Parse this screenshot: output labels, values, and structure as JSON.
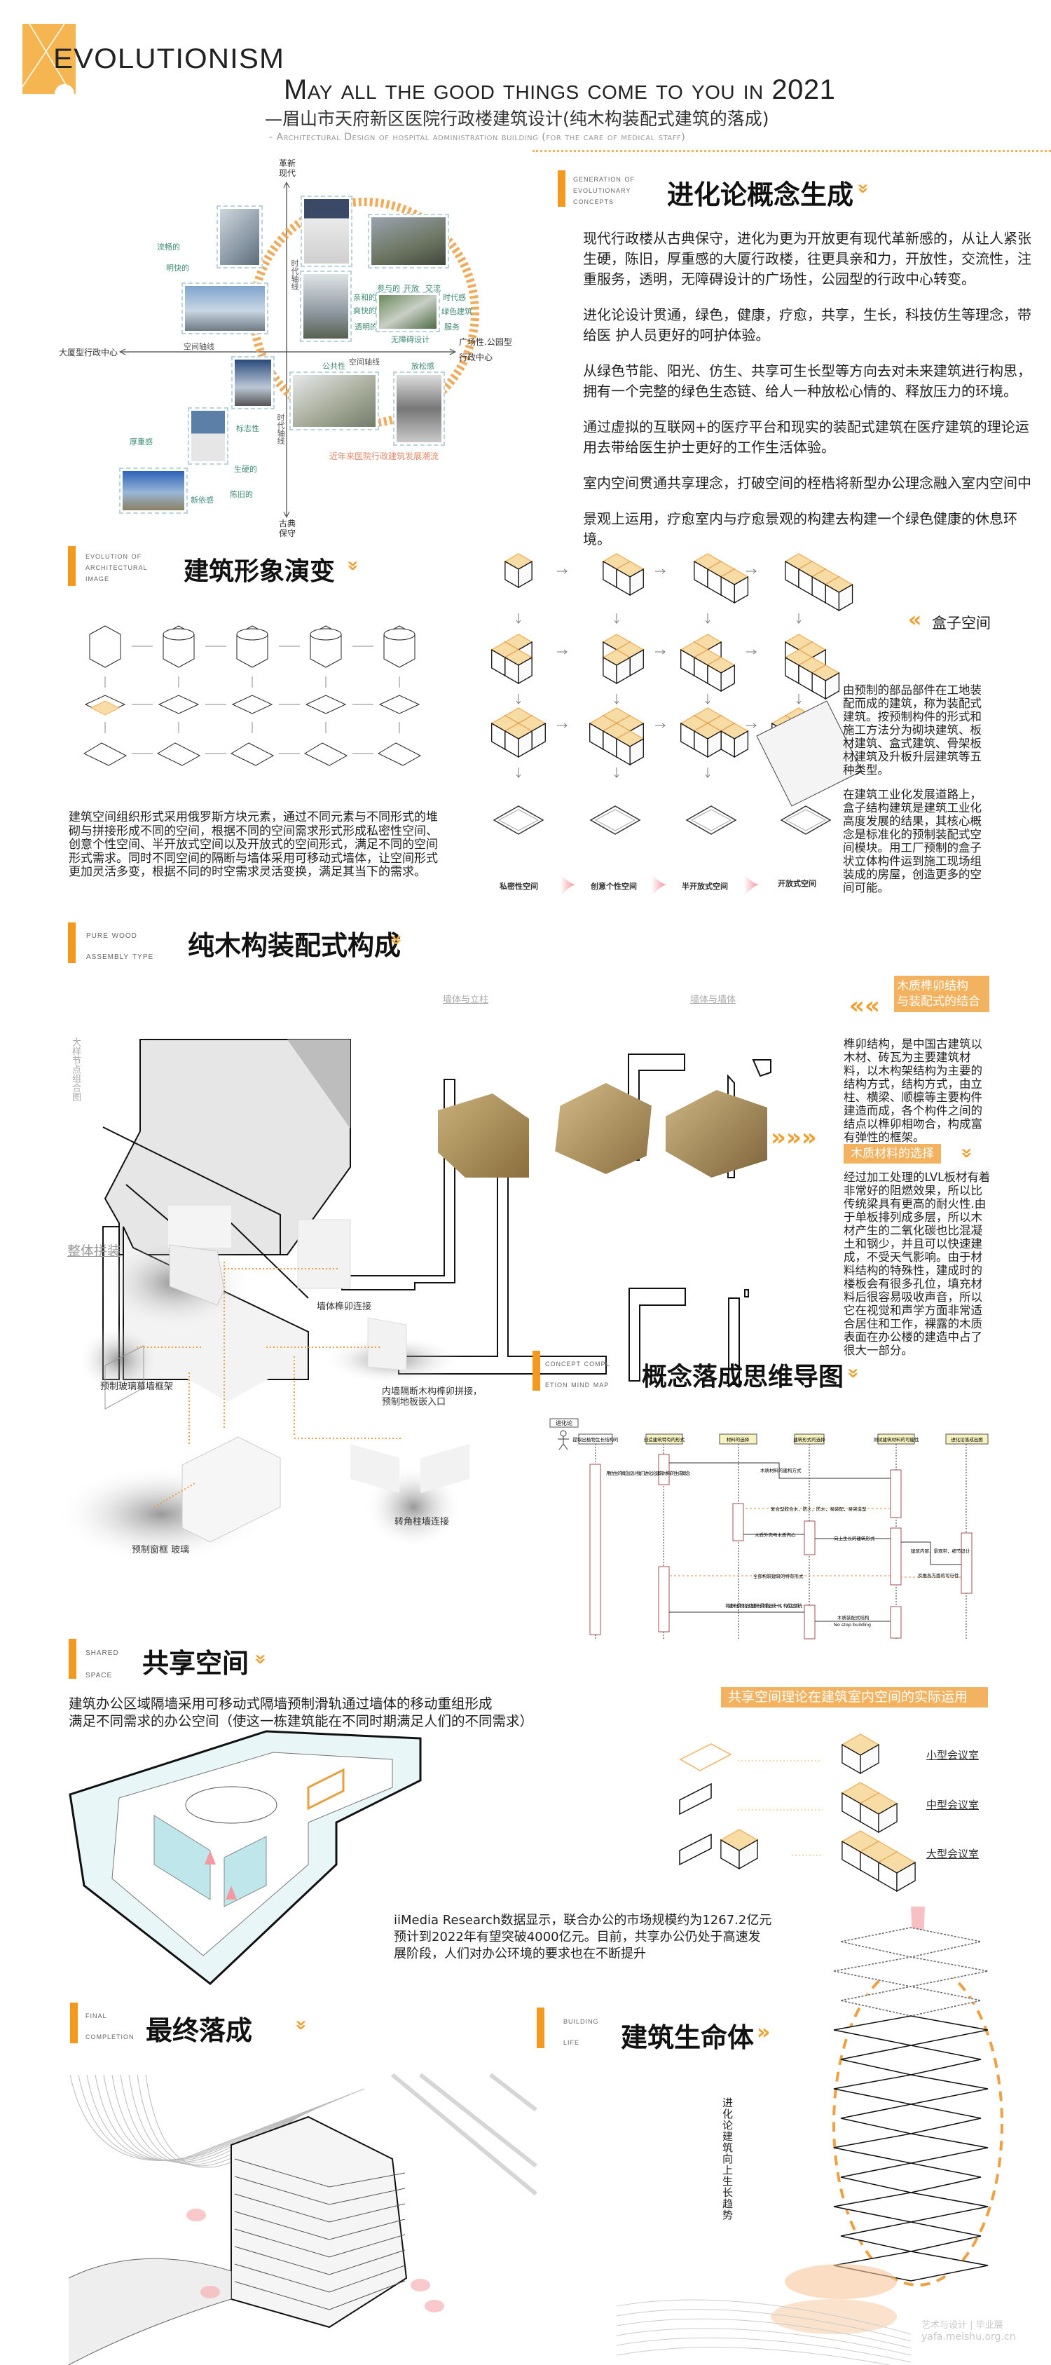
{
  "header": {
    "logo_text": "EVOLUTIONISM",
    "tagline": "May all the good things come to you in 2021",
    "subtitle_cn": "—眉山市天府新区医院行政楼建筑设计(纯木构装配式建筑的落成)",
    "subtitle_en": "- Architectural Design of hospital administration building (for the care of medical staff)"
  },
  "quadrant": {
    "axis_top": [
      "革新",
      "现代"
    ],
    "axis_bottom": [
      "古典",
      "保守"
    ],
    "axis_left": "大厦型行政中心",
    "axis_right": [
      "广场性.公园型",
      "行政中心"
    ],
    "time_axis": "时代轴线",
    "space_axis": "空间轴线",
    "keywords": [
      "流畅的",
      "明快的",
      "亲和的",
      "爽快的",
      "透明的",
      "参与的",
      "开放",
      "交流",
      "时代感",
      "绿色建筑",
      "服务",
      "无障碍设计",
      "公共性",
      "放松感",
      "标志性",
      "厚重感",
      "生硬的",
      "陈旧的",
      "新依感"
    ],
    "caption": "近年来医院行政建筑发展潮流"
  },
  "concepts": {
    "en": [
      "Generation of",
      "evolutionary",
      "concepts"
    ],
    "title": "进化论概念生成",
    "paragraphs": [
      "现代行政楼从古典保守，进化为更为开放更有现代革新感的，从让人紧张生硬，陈旧，厚重感的大厦行政楼，往更具亲和力，开放性，交流性，注重服务，透明，无障碍设计的广场性，公园型的行政中心转变。",
      "进化论设计贯通，绿色，健康，疗愈，共享，生长，科技仿生等理念，带给医 护人员更好的呵护体验。",
      "从绿色节能、阳光、仿生、共享可生长型等方向去对未来建筑进行构思，拥有一个完整的绿色生态链、给人一种放松心情的、释放压力的环境。",
      "通过虚拟的互联网+的医疗平台和现实的装配式建筑在医疗建筑的理论运用去带给医生护士更好的工作生活体验。",
      "室内空间贯通共享理念，打破空间的桎梏将新型办公理念融入室内空间中",
      "景观上运用，疗愈室内与疗愈景观的构建去构建一个绿色健康的休息环境。"
    ]
  },
  "box_space": {
    "label": "盒子空间",
    "paragraphs": [
      "由预制的部品部件在工地装配而成的建筑，称为装配式建筑。按预制构件的形式和施工方法分为砌块建筑、板材建筑、盒式建筑、骨架板材建筑及升板升层建筑等五种类型。",
      "在建筑工业化发展道路上，盒子结构建筑是建筑工业化高度发展的结果，其核心概念是标准化的预制装配式空间模块。用工厂预制的盒子状立体构件运到施工现场组装成的房屋，创造更多的空间可能。"
    ],
    "space_types": [
      "私密性空间",
      "创意个性空间",
      "半开放式空间",
      "开放式空间"
    ]
  },
  "arch_image": {
    "en": [
      "Evolution of",
      "architectural",
      "image"
    ],
    "title": "建筑形象演变",
    "paragraph": "建筑空间组织形式采用俄罗斯方块元素，通过不同元素与不同形式的堆砌与拼接形成不同的空间，根据不同的空间需求形式形成私密性空间、创意个性空间、半开放式空间以及开放式的空间形式，满足不同的空间形式需求。同时不同空间的隔断与墙体采用可移动式墙体，让空间形式更加灵活多变，根据不同的时空需求灵活变换，满足其当下的需求。"
  },
  "wood": {
    "en": [
      "Pure wood",
      "assembly type"
    ],
    "title": "纯木构装配式构成",
    "vertical_label": "大样节点组合图",
    "joint_labels": [
      "墙体与立柱",
      "墙体与墙体"
    ],
    "panel_title": [
      "木质榫卯结构",
      "与装配式的结合"
    ],
    "panel_text": "榫卯结构，是中国古建筑以木材、砖瓦为主要建筑材料，以木构架结构为主要的结构方式，结构方式，由立柱、横梁、顺檩等主要构件建造而成，各个构件之间的结点以榫卯相吻合，构成富有弹性的框架。",
    "material_title": "木质材料的选择",
    "material_text": "经过加工处理的LVL板材有着非常好的阻燃效果，所以比传统梁具有更高的耐火性.由于单板排列成多层，所以木材产生的二氧化碳也比混凝土和钢少，并且可以快速建成，不受天气影响。由于材料结构的特殊性，建成时的楼板会有很多孔位，填充材料后很容易吸收声音，所以它在视觉和声学方面非常适合居住和工作，裸露的木质表面在办公楼的建造中占了很大一部分。",
    "assembly_title": "整体拼装",
    "assembly_labels": [
      "墙体榫卯连接",
      "预制玻璃幕墙框架",
      "内墙隔断木构榫卯拼接，",
      "预制地板嵌入口",
      "预制窗框  玻璃",
      "转角柱墙连接"
    ]
  },
  "mindmap": {
    "en": [
      "Concept compl",
      "etion mind map"
    ],
    "title": "概念落成思维导图",
    "actor": "进化论",
    "lifelines": [
      "提取出植物生长结构的",
      "创造建筑特有的形式",
      "材料的选择",
      "建筑形式的选择",
      "测试建筑材料的可能性",
      "进化论落成出图"
    ],
    "messages": [
      "用仿生的概念设计我们进化论建筑材料的生成概念",
      "木质材料的建构方式",
      "复合型胶合木，防火，防水，易装配，易突造型",
      "木质外壳与木质内心",
      "向上生长的建筑形式",
      "建筑内部，景观带，细节设计",
      "反推各方面的可行性",
      "全部构筑建筑的特有形式",
      "将建筑与景观结合使建筑与景观融合成一体，构成生态系统",
      "木质装配式结构",
      "No stop building"
    ]
  },
  "shared": {
    "en": [
      "Shared",
      "space"
    ],
    "title": "共享空间",
    "paragraph": [
      "建筑办公区域隔墙采用可移动式隔墙预制滑轨通过墙体的移动重组形成",
      "满足不同需求的办公空间（使这一栋建筑能在不同时期满足人们的不同需求）"
    ],
    "banner": "共享空间理论在建筑室内空间的实际运用",
    "rooms": [
      "小型会议室",
      "中型会议室",
      "大型会议室"
    ],
    "research": [
      "iiMedia Research数据显示，联合办公的市场规模约为1267.2亿元",
      "预计到2022年有望突破4000亿元。目前，共享办公仍处于高速发",
      "展阶段，人们对办公环境的要求也在不断提升"
    ]
  },
  "final": {
    "en": [
      "Final",
      "completion"
    ],
    "title": "最终落成"
  },
  "life": {
    "en": [
      "Building",
      "life"
    ],
    "title": "建筑生命体",
    "vertical": "进化论建筑向上生长趋势"
  },
  "watermark": {
    "brand": "艺术与设计 | 毕业展",
    "url": "yafa.meishu.org.cn"
  },
  "colors": {
    "accent": "#f39a1e",
    "tag": "#f3b25f",
    "cube_top": "#f8dca6",
    "keyword": "#3e8a74"
  }
}
